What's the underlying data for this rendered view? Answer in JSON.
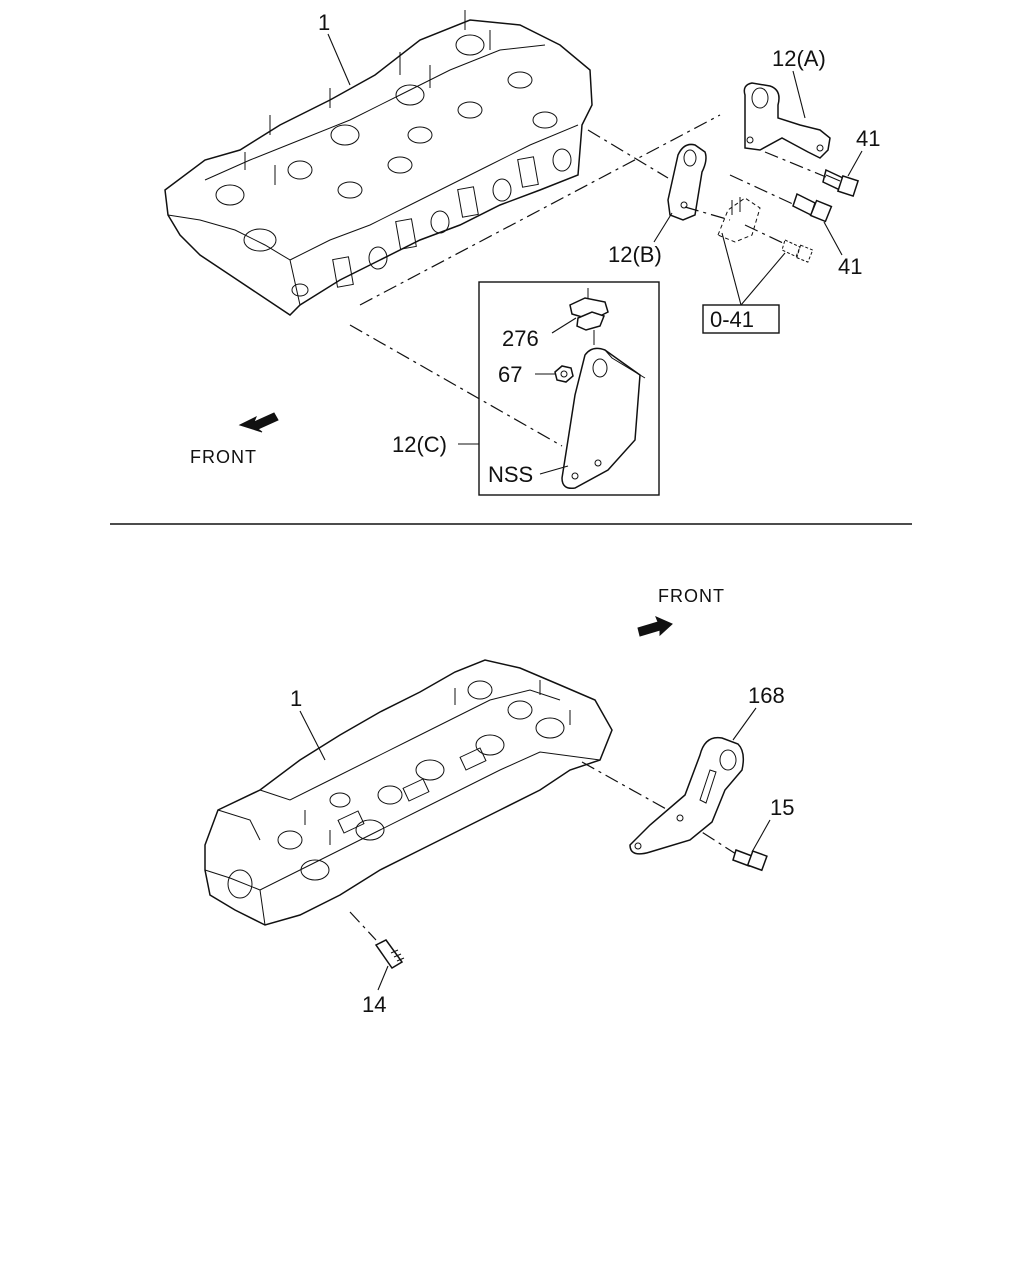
{
  "labels": {
    "top_head": "1",
    "bracket_a": "12(A)",
    "bolt_a": "41",
    "bolt_b": "41",
    "bracket_b": "12(B)",
    "ref_box": "0-41",
    "insulator": "276",
    "nut": "67",
    "bracket_c": "12(C)",
    "nss": "NSS",
    "front_top": "FRONT",
    "front_bottom": "FRONT",
    "bottom_head": "1",
    "bracket_168": "168",
    "bolt_15": "15",
    "stud_14": "14"
  },
  "colors": {
    "ink": "#111111",
    "background": "#ffffff"
  }
}
